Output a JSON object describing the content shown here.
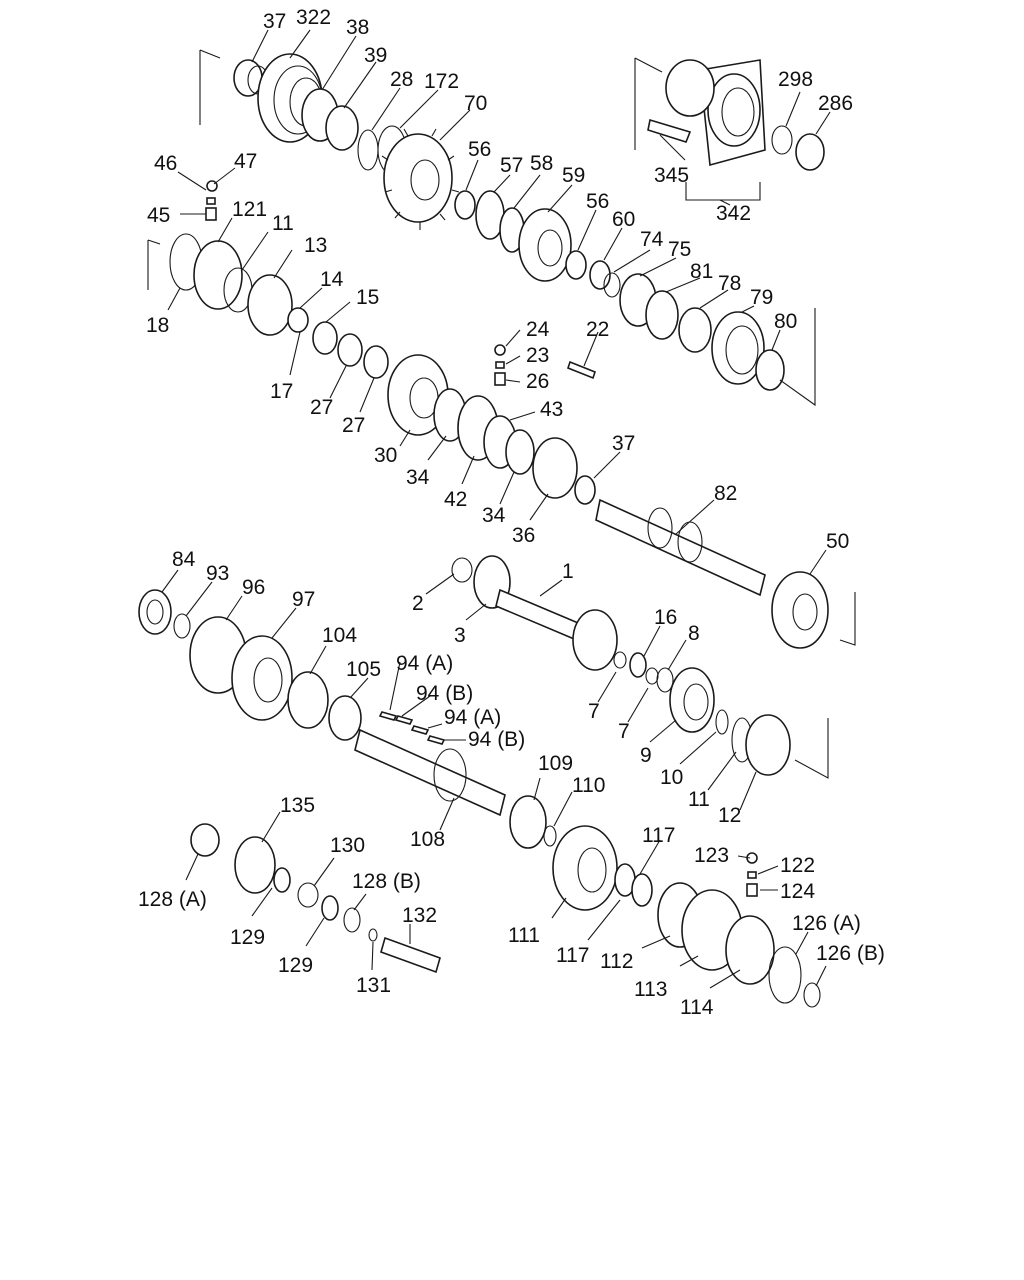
{
  "colors": {
    "ink": "#1a1a1a",
    "paper": "#ffffff"
  },
  "labels": [
    {
      "id": "l37a",
      "text": "37"
    },
    {
      "id": "l322",
      "text": "322"
    },
    {
      "id": "l38",
      "text": "38"
    },
    {
      "id": "l39",
      "text": "39"
    },
    {
      "id": "l28",
      "text": "28"
    },
    {
      "id": "l172",
      "text": "172"
    },
    {
      "id": "l70",
      "text": "70"
    },
    {
      "id": "l298",
      "text": "298"
    },
    {
      "id": "l286",
      "text": "286"
    },
    {
      "id": "l345",
      "text": "345"
    },
    {
      "id": "l342",
      "text": "342"
    },
    {
      "id": "l46",
      "text": "46"
    },
    {
      "id": "l47",
      "text": "47"
    },
    {
      "id": "l45",
      "text": "45"
    },
    {
      "id": "l56a",
      "text": "56"
    },
    {
      "id": "l57",
      "text": "57"
    },
    {
      "id": "l58",
      "text": "58"
    },
    {
      "id": "l59",
      "text": "59"
    },
    {
      "id": "l56b",
      "text": "56"
    },
    {
      "id": "l60",
      "text": "60"
    },
    {
      "id": "l74",
      "text": "74"
    },
    {
      "id": "l75",
      "text": "75"
    },
    {
      "id": "l81",
      "text": "81"
    },
    {
      "id": "l78",
      "text": "78"
    },
    {
      "id": "l79",
      "text": "79"
    },
    {
      "id": "l80",
      "text": "80"
    },
    {
      "id": "l121",
      "text": "121"
    },
    {
      "id": "l11a",
      "text": "11"
    },
    {
      "id": "l13",
      "text": "13"
    },
    {
      "id": "l14",
      "text": "14"
    },
    {
      "id": "l15",
      "text": "15"
    },
    {
      "id": "l18",
      "text": "18"
    },
    {
      "id": "l17",
      "text": "17"
    },
    {
      "id": "l27a",
      "text": "27"
    },
    {
      "id": "l27b",
      "text": "27"
    },
    {
      "id": "l24",
      "text": "24"
    },
    {
      "id": "l23",
      "text": "23"
    },
    {
      "id": "l26",
      "text": "26"
    },
    {
      "id": "l22",
      "text": "22"
    },
    {
      "id": "l43",
      "text": "43"
    },
    {
      "id": "l30",
      "text": "30"
    },
    {
      "id": "l34a",
      "text": "34"
    },
    {
      "id": "l42",
      "text": "42"
    },
    {
      "id": "l34b",
      "text": "34"
    },
    {
      "id": "l36",
      "text": "36"
    },
    {
      "id": "l37b",
      "text": "37"
    },
    {
      "id": "l82",
      "text": "82"
    },
    {
      "id": "l50",
      "text": "50"
    },
    {
      "id": "l84",
      "text": "84"
    },
    {
      "id": "l93",
      "text": "93"
    },
    {
      "id": "l96",
      "text": "96"
    },
    {
      "id": "l97",
      "text": "97"
    },
    {
      "id": "l1",
      "text": "1"
    },
    {
      "id": "l2",
      "text": "2"
    },
    {
      "id": "l3",
      "text": "3"
    },
    {
      "id": "l16",
      "text": "16"
    },
    {
      "id": "l8",
      "text": "8"
    },
    {
      "id": "l7a",
      "text": "7"
    },
    {
      "id": "l7b",
      "text": "7"
    },
    {
      "id": "l104",
      "text": "104"
    },
    {
      "id": "l105",
      "text": "105"
    },
    {
      "id": "l94a1",
      "text": "94 (A)"
    },
    {
      "id": "l94b1",
      "text": "94 (B)"
    },
    {
      "id": "l94a2",
      "text": "94 (A)"
    },
    {
      "id": "l94b2",
      "text": "94 (B)"
    },
    {
      "id": "l9",
      "text": "9"
    },
    {
      "id": "l10",
      "text": "10"
    },
    {
      "id": "l11b",
      "text": "11"
    },
    {
      "id": "l12",
      "text": "12"
    },
    {
      "id": "l109",
      "text": "109"
    },
    {
      "id": "l110",
      "text": "110"
    },
    {
      "id": "l108",
      "text": "108"
    },
    {
      "id": "l135",
      "text": "135"
    },
    {
      "id": "l130",
      "text": "130"
    },
    {
      "id": "l128a",
      "text": "128 (A)"
    },
    {
      "id": "l128b",
      "text": "128 (B)"
    },
    {
      "id": "l129a",
      "text": "129"
    },
    {
      "id": "l129b",
      "text": "129"
    },
    {
      "id": "l132",
      "text": "132"
    },
    {
      "id": "l131",
      "text": "131"
    },
    {
      "id": "l111",
      "text": "111"
    },
    {
      "id": "l117a",
      "text": "117"
    },
    {
      "id": "l117b",
      "text": "117"
    },
    {
      "id": "l112",
      "text": "112"
    },
    {
      "id": "l113",
      "text": "113"
    },
    {
      "id": "l114",
      "text": "114"
    },
    {
      "id": "l123",
      "text": "123"
    },
    {
      "id": "l122",
      "text": "122"
    },
    {
      "id": "l124",
      "text": "124"
    },
    {
      "id": "l126a",
      "text": "126 (A)"
    },
    {
      "id": "l126b",
      "text": "126 (B)"
    }
  ]
}
